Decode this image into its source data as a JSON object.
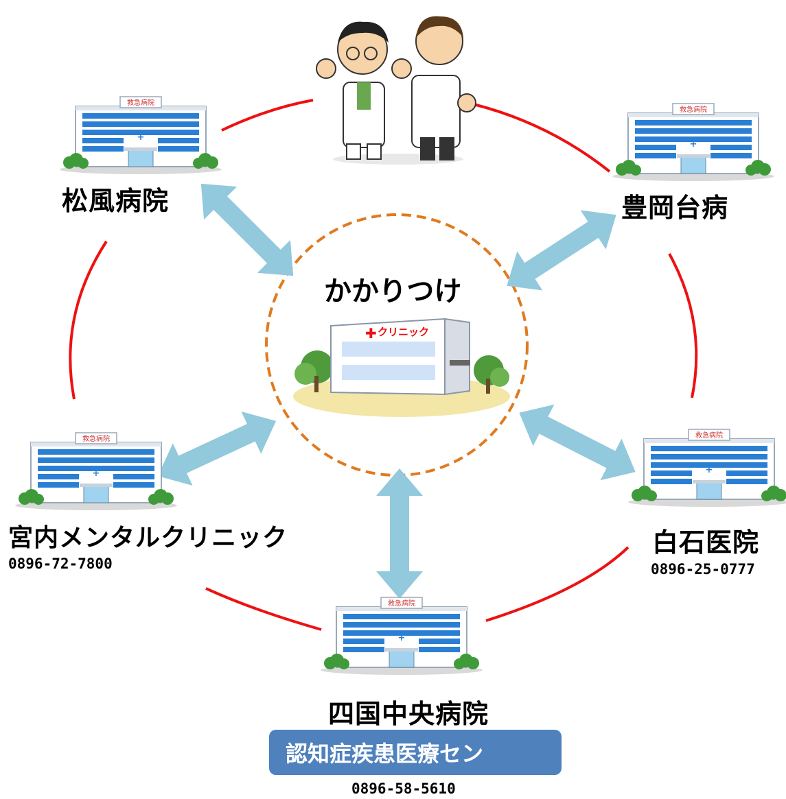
{
  "center": {
    "title": "かかりつけ",
    "clinic_sign": "クリニック"
  },
  "hospitals": {
    "shofu": {
      "name": "松風病院",
      "sign": "救急病院"
    },
    "toyookadai": {
      "name": "豊岡台病",
      "sign": "救急病院"
    },
    "miyauchi": {
      "name": "宮内メンタルクリニック",
      "phone": "0896-72-7800",
      "sign": "救急病院"
    },
    "shiraishi": {
      "name": "白石医院",
      "phone": "0896-25-0777",
      "sign": "救急病院"
    },
    "shikokuchuo": {
      "name": "四国中央病院",
      "badge": "認知症疾患医療セン",
      "phone": "0896-58-5610",
      "sign": "救急病院"
    }
  },
  "colors": {
    "ring": "#ee1111",
    "center_circle": "#e07a1f",
    "arrow": "#92c9dc",
    "badge": "#4f81bd"
  },
  "icons": {
    "hospital": "hospital-building-icon",
    "clinic": "clinic-building-icon",
    "doctors": "doctors-illustration-icon"
  }
}
